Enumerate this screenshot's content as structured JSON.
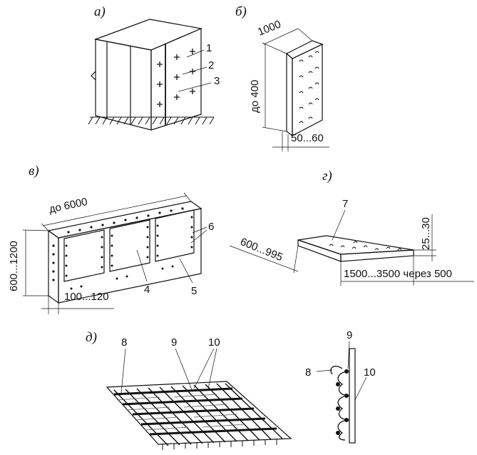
{
  "panels": {
    "a": {
      "label": "а)",
      "callouts": [
        "1",
        "2",
        "3"
      ]
    },
    "b": {
      "label": "б)",
      "dim_top": "1000",
      "dim_height": "до 400",
      "dim_bottom": "50...60"
    },
    "v": {
      "label": "в)",
      "dim_length": "до 6000",
      "dim_height": "600...1200",
      "dim_thickness": "100...120",
      "callouts": [
        "4",
        "5",
        "6"
      ]
    },
    "g": {
      "label": "г)",
      "dim_width": "600...995",
      "dim_length": "1500...3500 через 500",
      "dim_thickness": "25...30",
      "callouts": [
        "7"
      ]
    },
    "d": {
      "label": "д)",
      "callouts": [
        "8",
        "9",
        "10"
      ],
      "detail_callouts": [
        "8",
        "9",
        "10"
      ]
    }
  }
}
